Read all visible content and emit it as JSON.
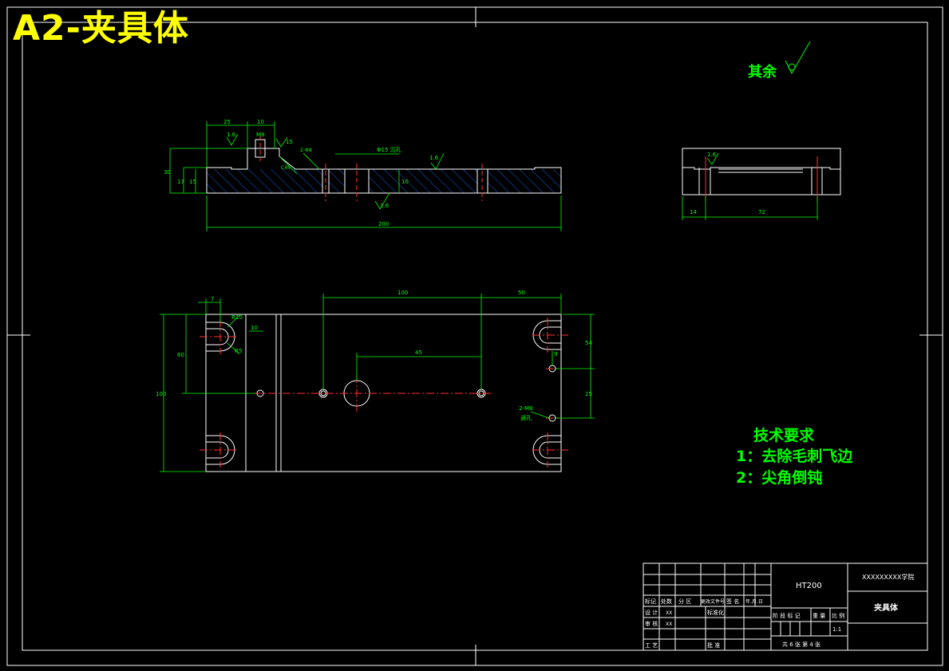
{
  "sheet": {
    "title": "A2-夹具体",
    "rough_label": "其余"
  },
  "tech": {
    "heading": "技术要求",
    "items": [
      "1：去除毛刺飞边",
      "2：尖角倒钝"
    ]
  },
  "section_view": {
    "dims": {
      "w25": "25",
      "w10": "10",
      "m8": "M8",
      "h15": "15",
      "h30": "30",
      "h17": "17",
      "h15b": "15",
      "depth10": "10",
      "hole_note": "2-Φ8",
      "cbore": "Φ15 沉孔",
      "ra": "1.6",
      "ra2": "1.6",
      "ra3": "1.6",
      "total": "200",
      "c45": "C45"
    }
  },
  "side_view": {
    "dims": {
      "d14": "14",
      "d72": "72",
      "ra": "1.6"
    }
  },
  "plan_view": {
    "dims": {
      "d7": "7",
      "r10": "R10",
      "r5": "R5",
      "d10": "10",
      "d60": "60",
      "d100": "100",
      "d45": "45",
      "d50": "50",
      "d54": "54",
      "d9": "9",
      "d25": "25",
      "h100": "100",
      "hole_note1": "2-M8",
      "hole_note2": "通孔"
    }
  },
  "title_block": {
    "material": "HT200",
    "school": "XXXXXXXXX学院",
    "part_name": "夹具体",
    "scale": "1:1",
    "sheets": "共 6 张  第 4 张",
    "hdr_mark": "标记",
    "hdr_count": "处数",
    "hdr_zone": "分 区",
    "hdr_change": "更改文件号",
    "hdr_sign": "签 名",
    "hdr_date": "年.月.日",
    "design": "设 计",
    "design_name": "XX",
    "std": "标准化",
    "check": "审 核",
    "check_name": "XX",
    "process": "工 艺",
    "approve": "批 准",
    "hdr_stage": "阶 段 标 记",
    "hdr_weight": "重 量",
    "hdr_scale": "比 例",
    "misc_x": "XX"
  }
}
